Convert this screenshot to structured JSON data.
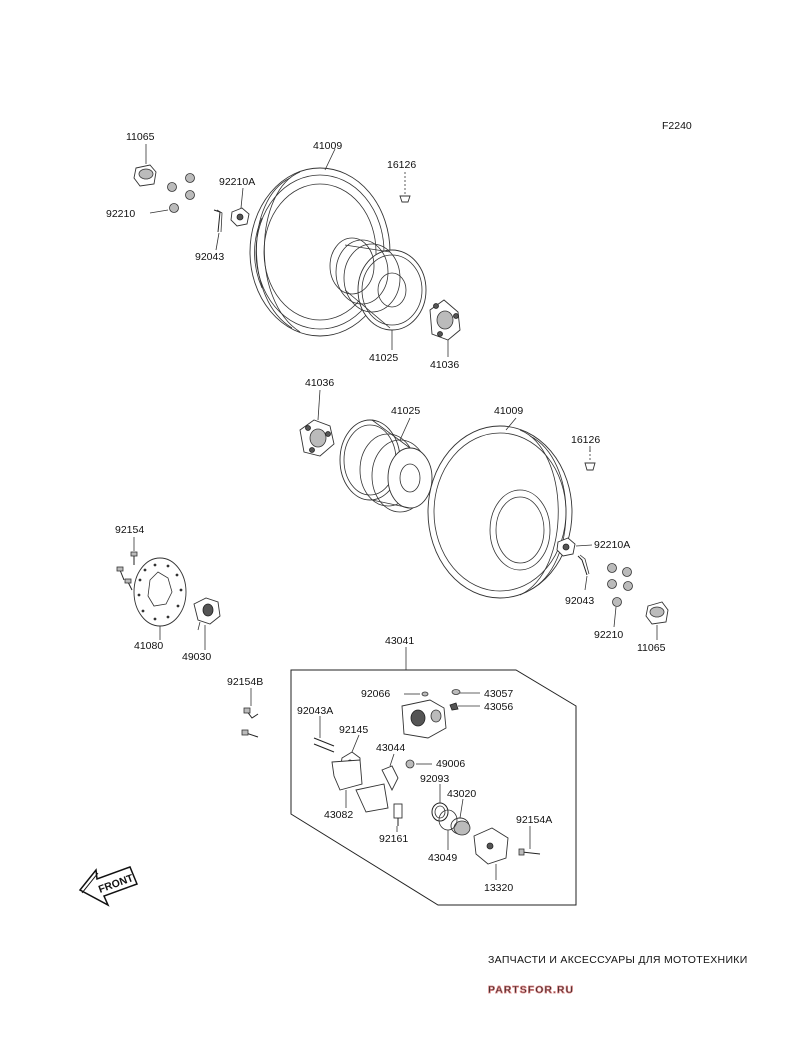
{
  "figure_code": "F2240",
  "part_numbers": {
    "fl_nut": "11065",
    "fl_washer": "92210",
    "fl_cotter": "92043",
    "fl_castle_nut": "92210A",
    "fl_tire": "41009",
    "fl_valve": "16126",
    "fl_rim": "41025",
    "fl_hub": "41036",
    "fr_hub": "41036",
    "fr_rim": "41025",
    "fr_tire": "41009",
    "fr_valve": "16126",
    "fr_castle_nut": "92210A",
    "fr_cotter": "92043",
    "fr_washer": "92210",
    "fr_nut": "11065",
    "disc_bolt": "92154",
    "disc": "41080",
    "disc_holder": "49030",
    "caliper_assy": "43041",
    "bolt_b": "92154B",
    "pin_a": "92043A",
    "spring": "92145",
    "cap": "92066",
    "bleeder_cap": "43057",
    "bleeder": "43056",
    "pad_spring": "43044",
    "pad": "43082",
    "seal_nut": "49006",
    "dust_seal": "92093",
    "piston": "43020",
    "seal": "43049",
    "sleeve_bolt": "92161",
    "bolt_a": "92154A",
    "holder": "13320"
  },
  "front_label": "FRONT",
  "watermark": {
    "tagline": "ЗАПЧАСТИ И АКСЕССУАРЫ ДЛЯ МОТОТЕХНИКИ",
    "brand": "PARTSFOR.RU"
  }
}
